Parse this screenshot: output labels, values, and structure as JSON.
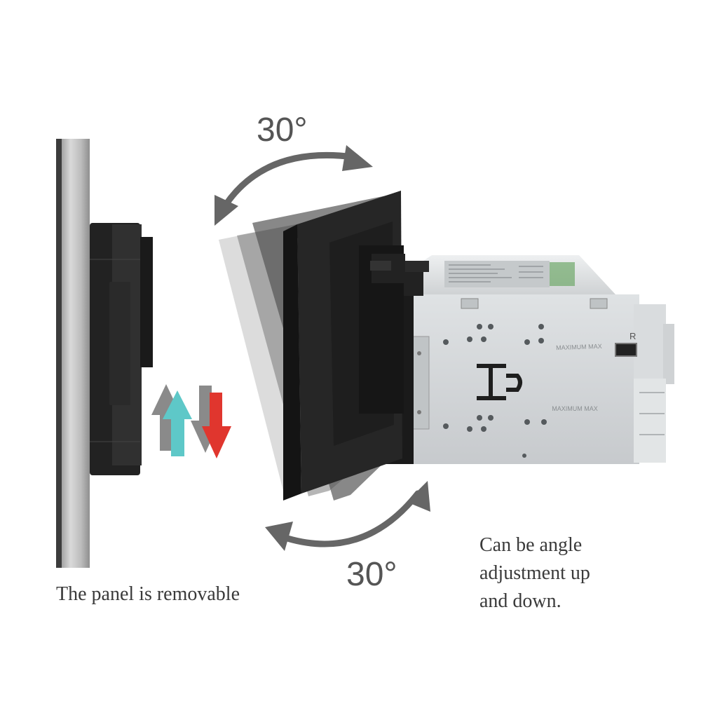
{
  "angles": {
    "top_label": "30°",
    "bottom_label": "30°"
  },
  "captions": {
    "left": "The panel is removable",
    "right_lines": [
      "Can be angle",
      "adjustment up",
      "and down."
    ]
  },
  "unit_labels": {
    "side_letter": "R",
    "stamp_upper": "MAXIMUM MAX",
    "stamp_lower": "MAXIMUM MAX"
  },
  "colors": {
    "up_arrow": "#5ec8c8",
    "down_arrow": "#e0362e",
    "rotation_arrow": "#666666",
    "panel_black": "#1b1b1b",
    "chassis_gray": "#d3d6d8"
  },
  "icons": {
    "removal_arrows": [
      "up-arrow-icon",
      "down-arrow-icon"
    ],
    "rotation_arrows": [
      "rotate-up-arrow-icon",
      "rotate-down-arrow-icon"
    ]
  }
}
